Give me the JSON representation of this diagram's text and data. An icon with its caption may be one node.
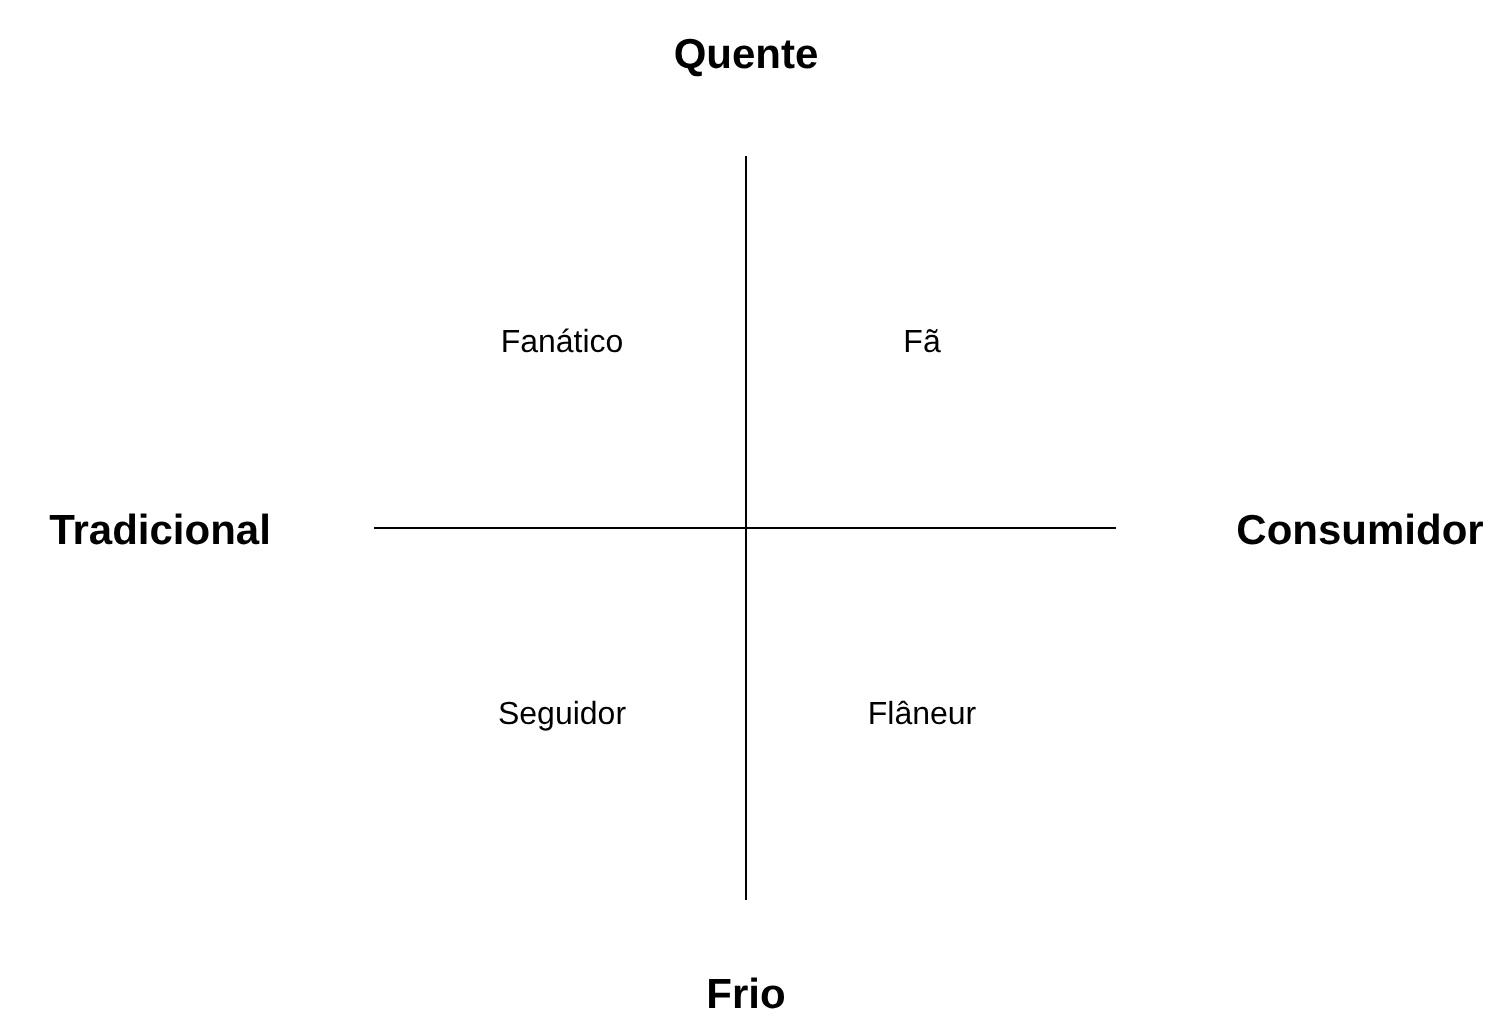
{
  "diagram": {
    "labels": [
      "Quente",
      "Fanático",
      "Fã",
      "Tradicional",
      "Consumidor",
      "Seguidor",
      "Flâneur",
      "Frio"
    ]
  }
}
